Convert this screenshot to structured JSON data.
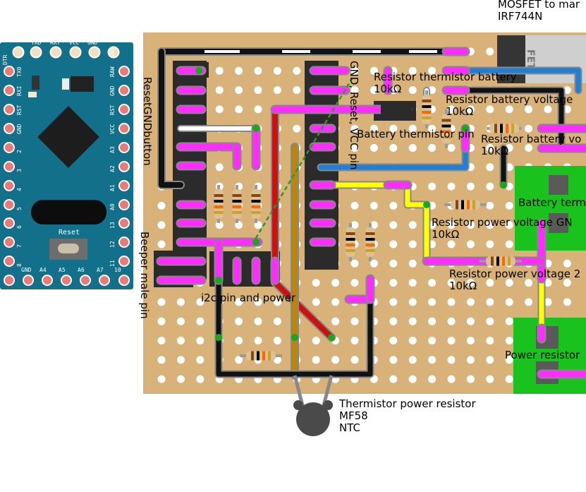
{
  "colors": {
    "board": "#d9b27a",
    "arduino": "#12708a",
    "magenta_wire": "#ff2bff",
    "yellow_wire": "#ffff00",
    "blue_wire": "#1f7fd6",
    "red_wire": "#cc1111",
    "black_wire": "#111111",
    "white_wire": "#ffffff",
    "terminal_green": "#19c21d",
    "header_dark": "#2b2b2b"
  },
  "arduino": {
    "top_pins": [
      "DTR",
      "TXD",
      "RXT",
      "VCC",
      "GND"
    ],
    "left_pins": [
      "TX0",
      "RXI",
      "RST",
      "GND",
      "2",
      "3",
      "4",
      "5",
      "6",
      "7",
      "8"
    ],
    "right_pins": [
      "GND",
      "RAW",
      "GND",
      "RST",
      "VCC",
      "A3",
      "A2",
      "A1",
      "A0",
      "13",
      "12",
      "11"
    ],
    "bottom_pins": [
      "GND",
      "A4",
      "A5",
      "A6",
      "A7",
      "10"
    ],
    "reset_label": "Reset"
  },
  "labels": {
    "mosfet_line1": "MOSFET to mar",
    "mosfet_line2": "IRF744N",
    "reset_gnd_button": "ResetGNDbutton",
    "beeper": "Beeper male pin",
    "gnd_reset_vcc": "GND, Reset, VCC pin",
    "r_thermistor_battery": "Resistor thermistor battery",
    "r_thermistor_battery_val": "10kΩ",
    "r_battery_voltage_1": "Resistor battery voltage",
    "r_battery_voltage_1_val": "10kΩ",
    "battery_thermistor_pin": "Battery thermistor pin",
    "r_battery_voltage_2": "Resistor battery vo",
    "r_battery_voltage_2_val": "10kΩ",
    "battery_terminal": "Battery term",
    "r_power_voltage_gnd": "Resistor power voltage GN",
    "r_power_voltage_gnd_val": "10kΩ",
    "r_power_voltage_2": "Resistor power voltage 2",
    "r_power_voltage_2_val": "10kΩ",
    "i2c": "i2c pin and power",
    "power_resistor": "Power resistor",
    "thermistor_line1": "Thermistor power resistor",
    "thermistor_line2": "MF58",
    "thermistor_line3": "NTC",
    "mosfet_body": "FET"
  }
}
